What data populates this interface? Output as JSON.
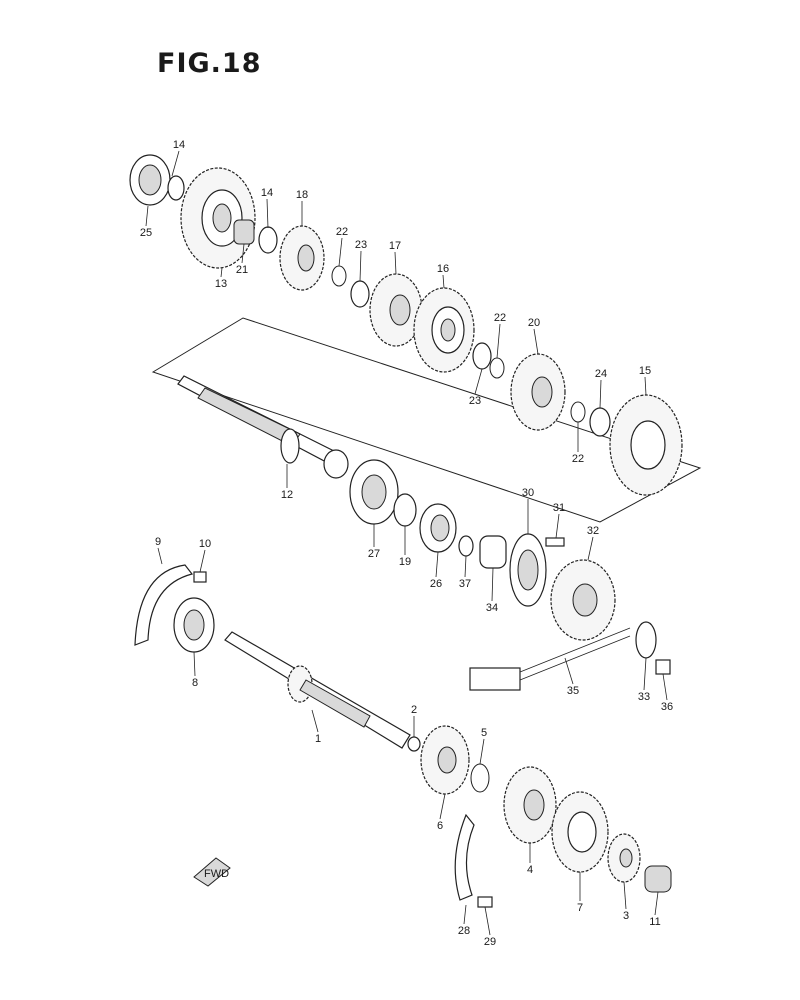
{
  "figure": {
    "title": "FIG.18"
  },
  "fwd_label": "FWD",
  "callouts": [
    {
      "n": "14"
    },
    {
      "n": "25"
    },
    {
      "n": "13"
    },
    {
      "n": "21"
    },
    {
      "n": "14"
    },
    {
      "n": "18"
    },
    {
      "n": "22"
    },
    {
      "n": "23"
    },
    {
      "n": "17"
    },
    {
      "n": "16"
    },
    {
      "n": "22"
    },
    {
      "n": "20"
    },
    {
      "n": "23"
    },
    {
      "n": "24"
    },
    {
      "n": "15"
    },
    {
      "n": "22"
    },
    {
      "n": "12"
    },
    {
      "n": "27"
    },
    {
      "n": "19"
    },
    {
      "n": "26"
    },
    {
      "n": "37"
    },
    {
      "n": "34"
    },
    {
      "n": "30"
    },
    {
      "n": "31"
    },
    {
      "n": "32"
    },
    {
      "n": "35"
    },
    {
      "n": "33"
    },
    {
      "n": "36"
    },
    {
      "n": "9"
    },
    {
      "n": "10"
    },
    {
      "n": "8"
    },
    {
      "n": "1"
    },
    {
      "n": "2"
    },
    {
      "n": "6"
    },
    {
      "n": "5"
    },
    {
      "n": "4"
    },
    {
      "n": "7"
    },
    {
      "n": "3"
    },
    {
      "n": "11"
    },
    {
      "n": "28"
    },
    {
      "n": "29"
    }
  ]
}
